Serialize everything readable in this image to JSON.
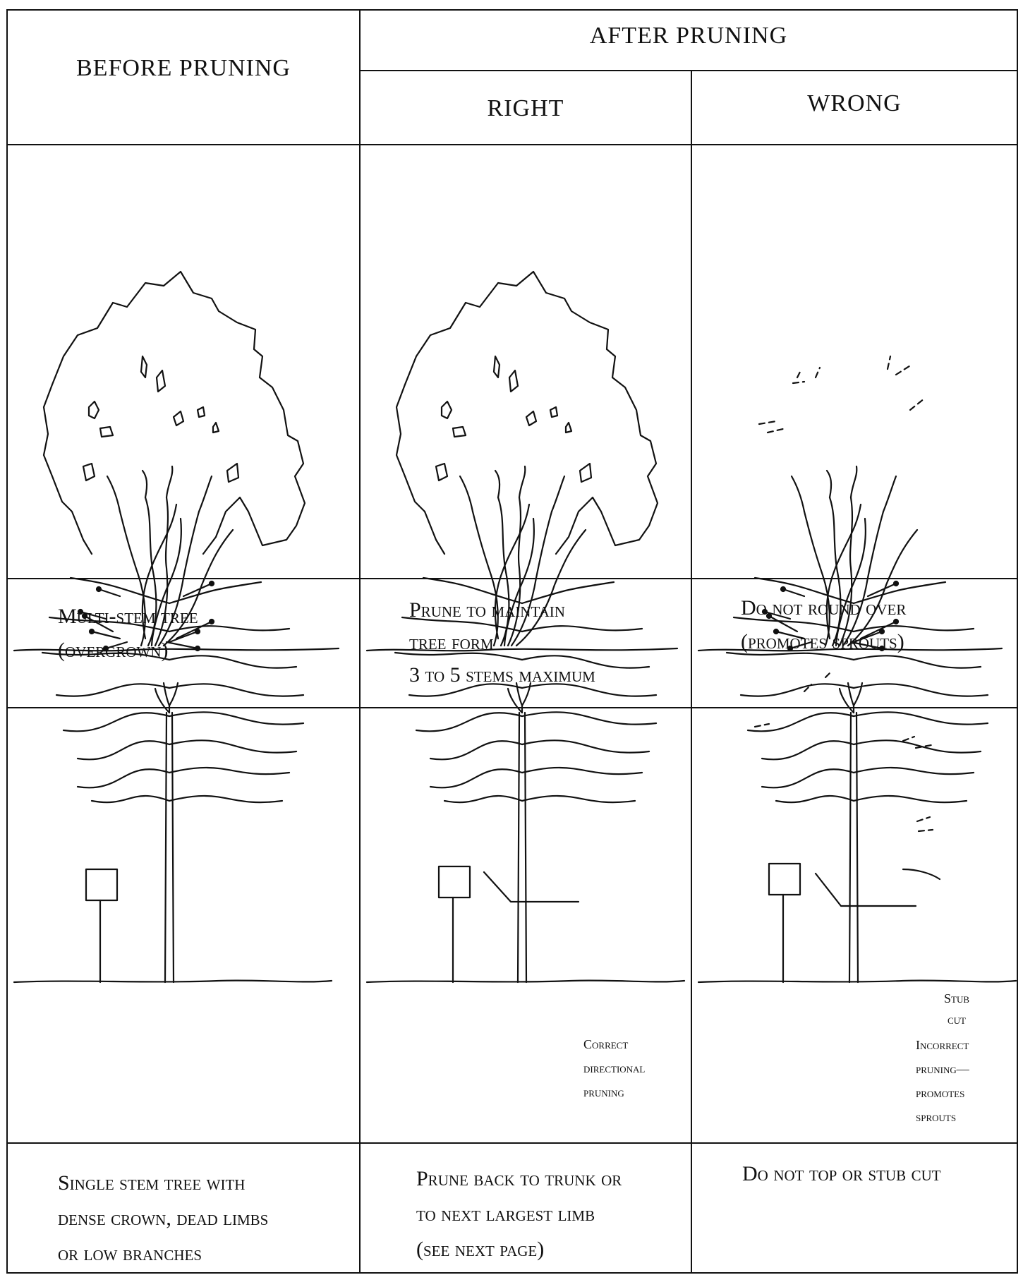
{
  "headers": {
    "before": "BEFORE PRUNING",
    "after": "AFTER PRUNING",
    "right": "RIGHT",
    "wrong": "WRONG"
  },
  "row1": {
    "before_caption": [
      "Multi-stem tree",
      "(overgrown)"
    ],
    "right_caption": [
      "Prune to maintain",
      "tree form",
      "3 to 5 stems maximum"
    ],
    "wrong_caption": [
      "Do not round over",
      "(promotes sprouts)"
    ]
  },
  "row2": {
    "before_caption": [
      "Single stem tree with",
      "dense crown, dead limbs",
      "or low branches"
    ],
    "right_caption": [
      "Prune back to trunk or",
      "to next largest limb",
      "(see next page)"
    ],
    "wrong_caption": [
      "Do not top or stub cut"
    ],
    "right_annotation": [
      "Correct",
      "directional",
      "pruning"
    ],
    "wrong_annotation_stub": [
      "Stub",
      "cut"
    ],
    "wrong_annotation_incorrect": [
      "Incorrect",
      "pruning—",
      "promotes",
      "sprouts"
    ]
  }
}
